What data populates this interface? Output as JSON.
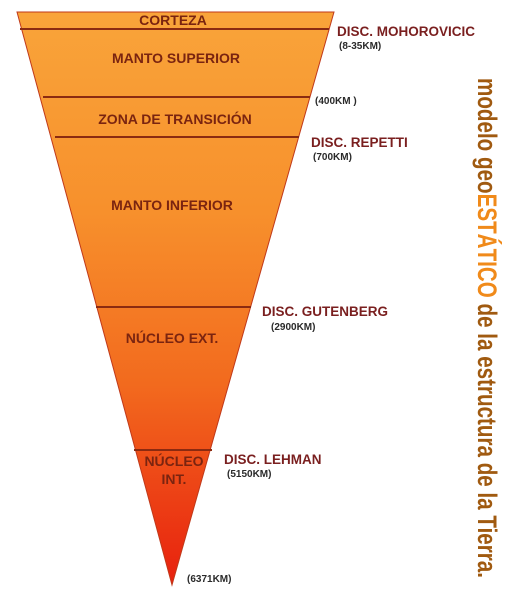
{
  "layers": {
    "corteza": "CORTEZA",
    "manto_superior": "MANTO SUPERIOR",
    "zona_transicion": "ZONA DE TRANSICIÓN",
    "manto_inferior": "MANTO INFERIOR",
    "nucleo_ext": "NÚCLEO EXT.",
    "nucleo_int_line1": "NÚCLEO",
    "nucleo_int_line2": "INT."
  },
  "discontinuities": {
    "mohorovicic": {
      "name": "DISC. MOHOROVICIC",
      "depth": "(8-35KM)"
    },
    "transition": {
      "depth": "(400KM )"
    },
    "repetti": {
      "name": "DISC. REPETTI",
      "depth": "(700KM)"
    },
    "gutenberg": {
      "name": "DISC. GUTENBERG",
      "depth": "(2900KM)"
    },
    "lehman": {
      "name": "DISC. LEHMAN",
      "depth": "(5150KM)"
    },
    "center": {
      "depth": "(6371KM)"
    }
  },
  "title": {
    "prefix": "modelo geo",
    "accent": "ESTÁTICO",
    "suffix": " de la estructura de la Tierra."
  },
  "colors": {
    "top_fill": "#f9a43a",
    "bottom_fill": "#e8200e",
    "divider": "#8b2a10",
    "title_main": "#a05a10",
    "title_accent": "#f08a1a"
  }
}
